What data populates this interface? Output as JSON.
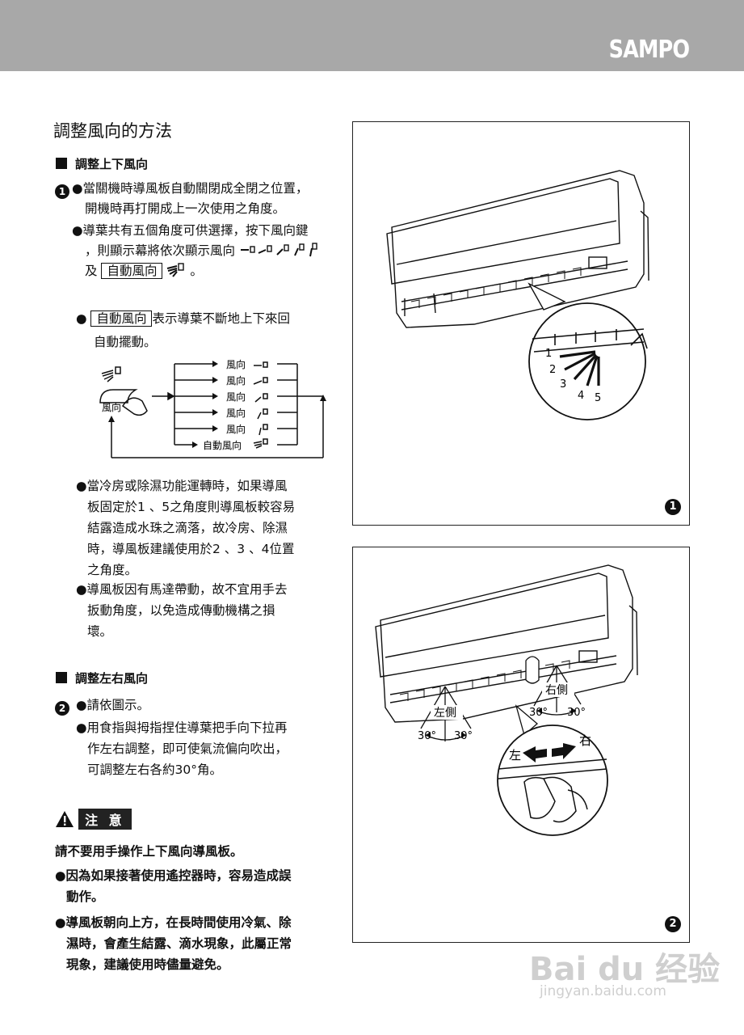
{
  "header": {
    "brand": "SAMPO"
  },
  "section_title": "調整風向的方法",
  "updown": {
    "heading": "調整上下風向",
    "step_num": "1",
    "p1_line1": "●當關機時導風板自動關閉成全閉之位置，",
    "p1_line2": "開機時再打開成上一次使用之角度。",
    "p2_line1": "●導葉共有五個角度可供選擇，按下風向鍵",
    "p2_line2": "，則顯示幕將依次顯示風向",
    "p2_and": "及",
    "auto_label": "自動風向",
    "period": "。",
    "auto_desc_prefix": "●",
    "auto_desc_rest": "表示導葉不斷地上下來回",
    "auto_desc_line2": "自動擺動。",
    "diagram": {
      "button_label": "風向",
      "options": [
        "風向",
        "風向",
        "風向",
        "風向",
        "風向",
        "自動風向"
      ]
    },
    "notes": [
      [
        "●當冷房或除濕功能運轉時，如果導風",
        "板固定於1 、5之角度則導風板較容易",
        "結露造成水珠之滴落，故冷房、除濕",
        "時，導風板建議使用於2 、3 、4位置",
        "之角度。"
      ],
      [
        "●導風板因有馬達帶動，故不宜用手去",
        "扳動角度，以免造成傳動機構之損",
        "壞。"
      ]
    ]
  },
  "leftright": {
    "heading": "調整左右風向",
    "step_num": "2",
    "p1": "●請依圖示。",
    "p2": [
      "●用食指與拇指捏住導葉把手向下拉再",
      "作左右調整，即可使氣流偏向吹出，",
      "可調整左右各約30°角。"
    ]
  },
  "caution": {
    "tag": "注 意",
    "icon": "warning-triangle-icon",
    "lead": "請不要用手操作上下風向導風板。",
    "items": [
      [
        "●因為如果接著使用遙控器時，容易造成誤",
        "動作。"
      ],
      [
        "●導風板朝向上方，在長時間使用冷氣、除",
        "濕時，會產生結露、滴水現象，此屬正常",
        "現象，建議使用時儘量避免。"
      ]
    ]
  },
  "figure1": {
    "number": "1",
    "louver_numbers": [
      "1",
      "2",
      "3",
      "4",
      "5"
    ]
  },
  "figure2": {
    "number": "2",
    "left_label": "左側",
    "right_label": "右側",
    "angle": "30°",
    "arrow_left": "左",
    "arrow_right": "右"
  },
  "watermark": {
    "line1": "Bai du 经验",
    "line2": "jingyan.baidu.com"
  }
}
